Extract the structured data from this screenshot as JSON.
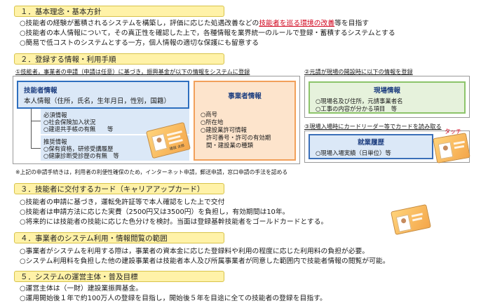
{
  "s1": {
    "title": "１．基本理念・基本方針",
    "b1a": "○技能者の経験が蓄積されるシステムを構築し，評価に応じた処遇改善などの",
    "b1r": "技能者を巡る環境の改善",
    "b1b": "等を目指す",
    "b2": "○技能者の本人情報について，その真正性を確認した上で，各種情報を業界統一のルールで登録・蓄積するシステムとする",
    "b3": "○簡易で低コストのシステムとする一方，個人情報の適切な保護にも留意する"
  },
  "s2": {
    "title": "２．登録する情報・利用手順",
    "step1": "①技能者，事業者の申請（申請は任意）に基づき，振興基金が以下の情報をシステムに登録",
    "step2": "②元請が現場の開設時に以下の情報を登録",
    "step3": "③現場入場時にカードリーダー等でカードを読み取る",
    "worker_head": "技能者情報",
    "worker_sub": "本人情報（住所，氏名，生年月日，性別，国籍）",
    "req_head": "必須情報",
    "req1": "○社会保険加入状況",
    "req2": "○建退共手帳の有無　　等",
    "rec_head": "推奨情報",
    "rec1": "○保有資格，研修受講履歴",
    "rec2": "○健康診断受診歴の有無　等",
    "biz_head": "事業者情報",
    "biz1": "○商号",
    "biz2": "○所在地",
    "biz3": "○建設業許可情報",
    "biz4": "許可番号・許可の有効期",
    "biz5": "間・建設業の種類",
    "site_head": "現場情報",
    "site1": "○現場名及び住所，元請事業者名",
    "site2": "○工事の内容が分かる項目　等",
    "hist_head": "就業履歴",
    "hist1": "○現場入場実績（日単位）等",
    "card_touch": "タッチ",
    "card_name": "建設 太郎",
    "footnote": "※上記の申請手続きは，利用者の利便性確保のため，インターネット申請，郵送申請，窓口申請の手法を認める"
  },
  "s3": {
    "title": "３．技能者に交付するカード（キャリアアップカード）",
    "b1": "○技能者の申請に基づき，運転免許証等で本人確認をした上で交付",
    "b2": "○技能者は申請方法に応じた実費（2500円又は3500円）を負担し，有効期間は10年。",
    "b3": "○将来的には技能者の技能に応じた色分けを検討。当面は登録基幹技能者をゴールドカードとする。"
  },
  "s4": {
    "title": "４．事業者のシステム利用・情報閲覧の範囲",
    "b1": "○事業者がシステムを利用する際は，事業者の資本金に応じた登録料や利用の程度に応じた利用料の負担が必要。",
    "b2": "○システム利用料を負担した他の建設事業者は技能者本人及び所属事業者が同意した範囲内で技能者情報の閲覧が可能。"
  },
  "s5": {
    "title": "５．システムの運営主体・普及目標",
    "b1": "○運営主体は（一財）建設業振興基金。",
    "b2": "○運用開始後１年で約100万人の登録を目指し，開始後５年を目途に全ての技能者の登録を目指す。"
  },
  "colors": {
    "header_yellow": "#fff2a8",
    "accent_red": "#d0021b",
    "worker_blue": "#2e6fbf",
    "biz_orange": "#f2a05a",
    "site_green": "#8cc46a",
    "hist_blue": "#3a6fb8"
  }
}
